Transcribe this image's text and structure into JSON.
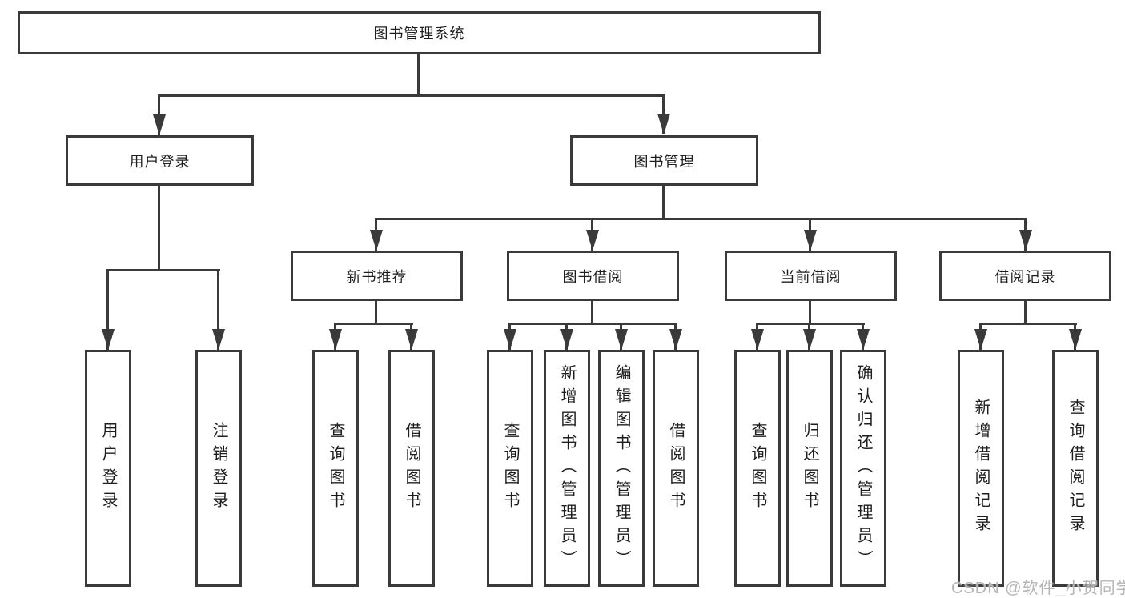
{
  "diagram": {
    "root": {
      "label": "图书管理系统",
      "children": [
        {
          "label": "用户登录",
          "children": [
            {
              "label": "用户登录"
            },
            {
              "label": "注销登录"
            }
          ]
        },
        {
          "label": "图书管理",
          "children": [
            {
              "label": "新书推荐",
              "children": [
                {
                  "label": "查询图书"
                },
                {
                  "label": "借阅图书"
                }
              ]
            },
            {
              "label": "图书借阅",
              "children": [
                {
                  "label": "查询图书"
                },
                {
                  "label": "新增图书（管理员）"
                },
                {
                  "label": "编辑图书（管理员）"
                },
                {
                  "label": "借阅图书"
                }
              ]
            },
            {
              "label": "当前借阅",
              "children": [
                {
                  "label": "查询图书"
                },
                {
                  "label": "归还图书"
                },
                {
                  "label": "确认归还（管理员）"
                }
              ]
            },
            {
              "label": "借阅记录",
              "children": [
                {
                  "label": "新增借阅记录"
                },
                {
                  "label": "查询借阅记录"
                }
              ]
            }
          ]
        }
      ]
    }
  },
  "watermark": {
    "text": "CSDN @软件_小贺同学"
  },
  "colors": {
    "line": "#3a3a3a",
    "text": "#1e1e1e",
    "watermark": "#b5b5b5",
    "background": "#ffffff"
  }
}
